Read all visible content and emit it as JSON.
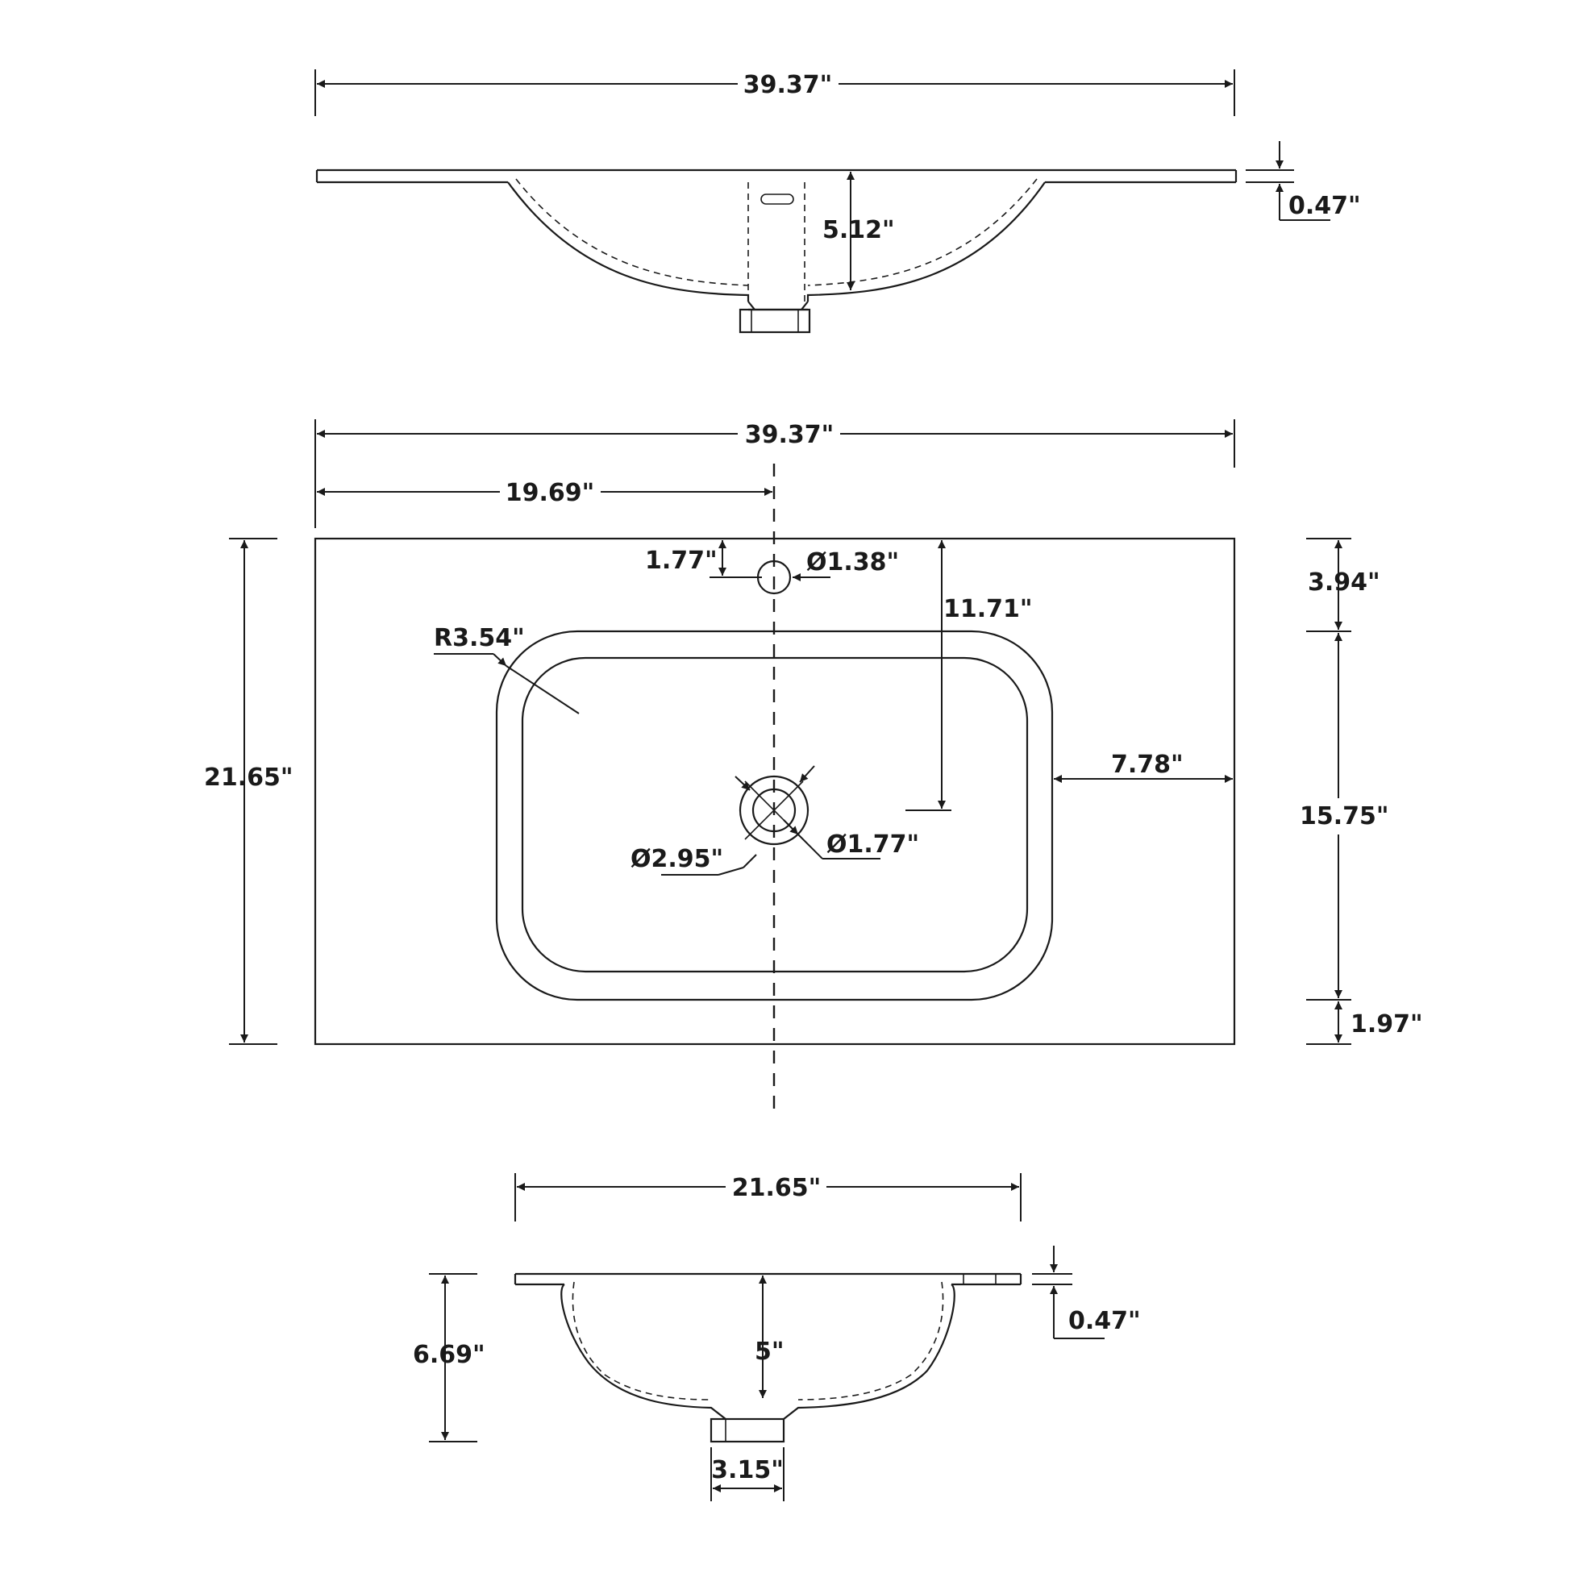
{
  "top_view": {
    "overall_width": "39.37\"",
    "slab_thickness": "0.47\"",
    "bowl_depth": "5.12\""
  },
  "plan_view": {
    "overall_width": "39.37\"",
    "half_width": "19.69\"",
    "overall_depth": "21.65\"",
    "faucet_hole_offset": "1.77\"",
    "faucet_hole_diameter": "Ø1.38\"",
    "drain_offset": "11.71\"",
    "corner_radius": "R3.54\"",
    "side_margin": "7.78\"",
    "back_margin": "3.94\"",
    "bowl_length": "15.75\"",
    "front_margin": "1.97\"",
    "drain_outer_diameter": "Ø2.95\"",
    "drain_inner_diameter": "Ø1.77\""
  },
  "side_view": {
    "overall_width": "21.65\"",
    "slab_thickness": "0.47\"",
    "bowl_depth": "5\"",
    "total_height": "6.69\"",
    "drain_width": "3.15\""
  },
  "colors": {
    "line": "#1a1a1a",
    "background": "#ffffff"
  }
}
